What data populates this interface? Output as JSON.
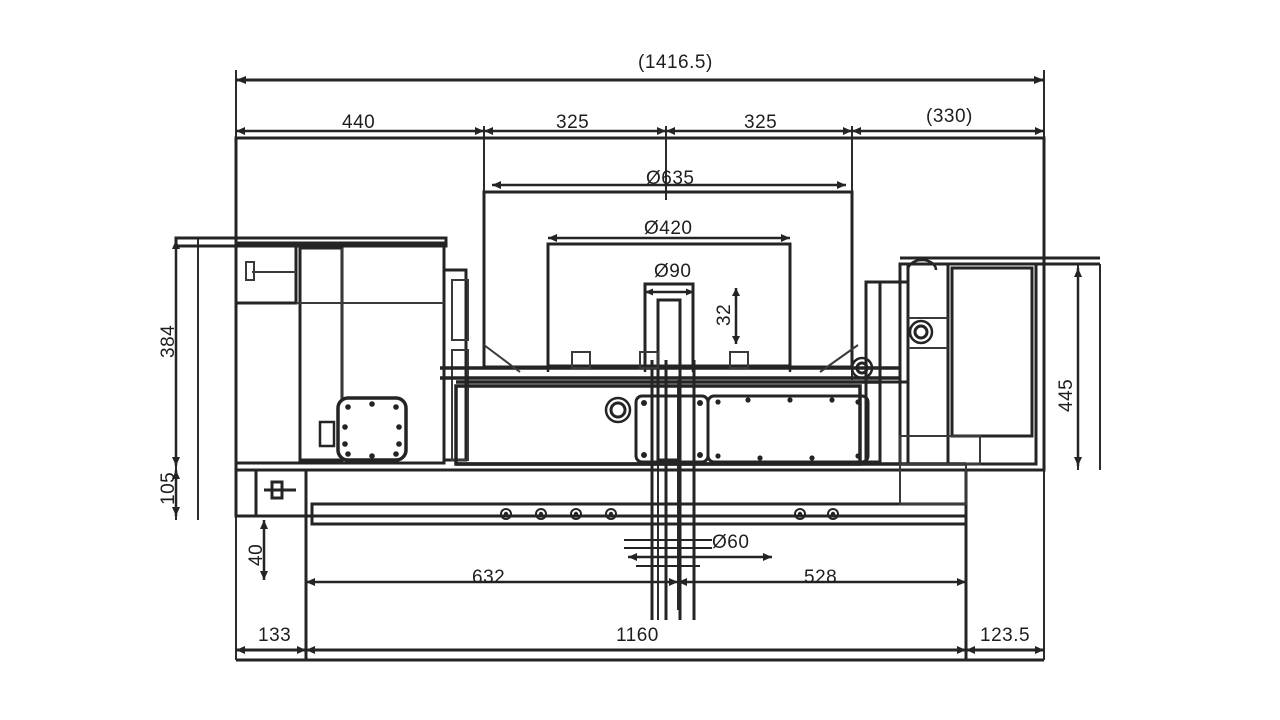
{
  "drawing": {
    "type": "mechanical-assembly-elevation",
    "background_color": "#ffffff",
    "line_color": "#242424",
    "thin_line_color": "#3a3a3a",
    "text_color": "#1e1e1e",
    "units": "mm"
  },
  "dimensions": {
    "overall_top": "(1416.5)",
    "top_chain": [
      {
        "id": "d440",
        "label": "440"
      },
      {
        "id": "d325a",
        "label": "325"
      },
      {
        "id": "d325b",
        "label": "325"
      },
      {
        "id": "d330",
        "label": "(330)"
      }
    ],
    "diameters": [
      {
        "id": "dia635",
        "label": "Ø635"
      },
      {
        "id": "dia420",
        "label": "Ø420"
      },
      {
        "id": "dia90",
        "label": "Ø90"
      },
      {
        "id": "dia60",
        "label": "Ø60"
      }
    ],
    "vertical_left": [
      {
        "id": "v384",
        "label": "384"
      },
      {
        "id": "v105",
        "label": "105"
      },
      {
        "id": "v40",
        "label": "40"
      }
    ],
    "vertical_right": [
      {
        "id": "v445",
        "label": "445"
      }
    ],
    "vertical_center": [
      {
        "id": "v32",
        "label": "32"
      }
    ],
    "bottom_chain": [
      {
        "id": "b133",
        "label": "133"
      },
      {
        "id": "b632",
        "label": "632"
      },
      {
        "id": "b528",
        "label": "528"
      },
      {
        "id": "b1235",
        "label": "123.5"
      }
    ],
    "bottom_overall": "1160"
  }
}
